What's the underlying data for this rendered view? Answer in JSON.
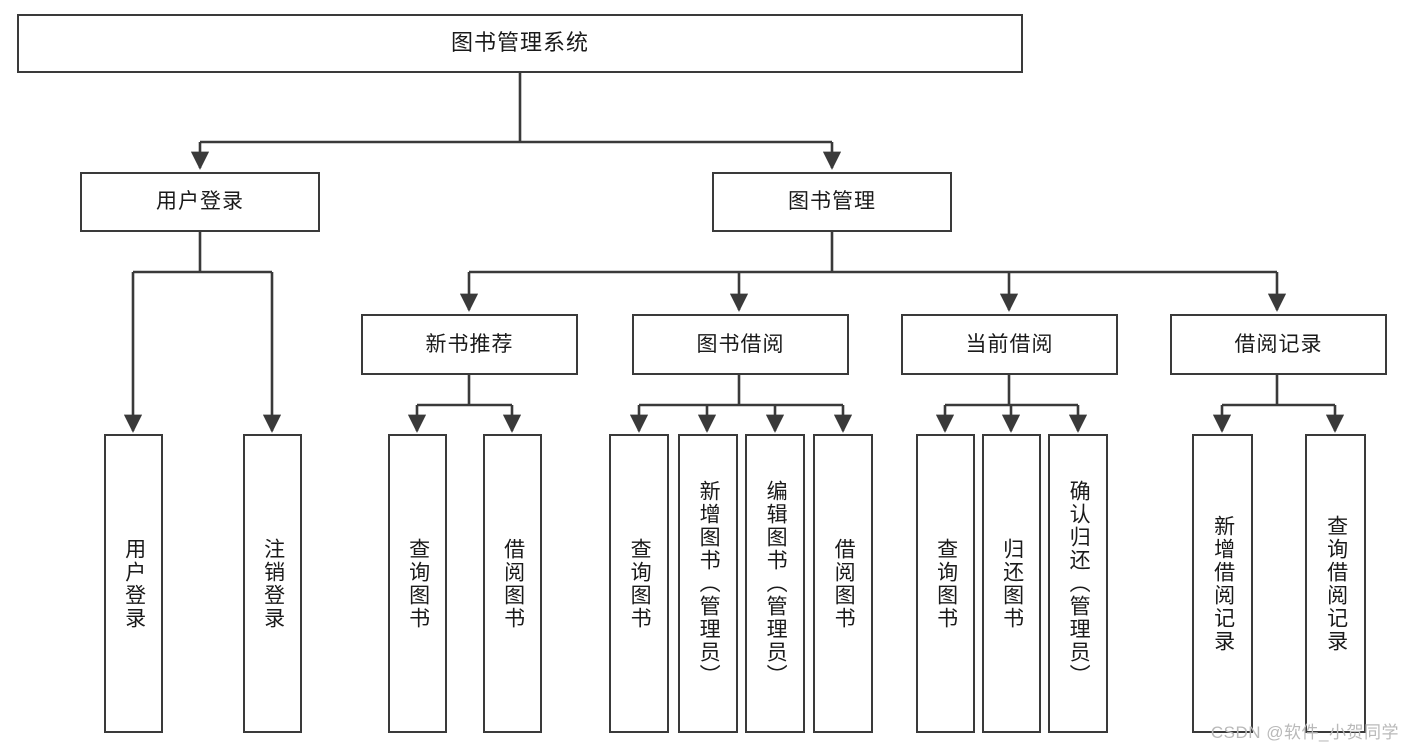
{
  "diagram": {
    "title": "图书管理系统",
    "type": "tree-structure-chart",
    "orientation": "top-down",
    "watermark": "CSDN @软件_小贺同学",
    "colors": {
      "box_border": "#3a3a3a",
      "box_fill": "#ffffff",
      "connector": "#3a3a3a",
      "text": "#1a1a1a",
      "watermark_text": "#b9b9b9",
      "background": "#ffffff"
    }
  },
  "nodes": {
    "root": {
      "label": "图书管理系统",
      "level": 0
    },
    "level1": [
      {
        "id": "user-login",
        "label": "用户登录"
      },
      {
        "id": "book-manage",
        "label": "图书管理"
      }
    ],
    "level2": [
      {
        "id": "new-book-recommend",
        "label": "新书推荐",
        "parent": "book-manage"
      },
      {
        "id": "book-borrow",
        "label": "图书借阅",
        "parent": "book-manage"
      },
      {
        "id": "current-borrow",
        "label": "当前借阅",
        "parent": "book-manage"
      },
      {
        "id": "borrow-record",
        "label": "借阅记录",
        "parent": "book-manage"
      }
    ],
    "leaves": {
      "user_login": [
        {
          "id": "leaf-user-login",
          "label": "用户登录"
        },
        {
          "id": "leaf-user-logout",
          "label": "注销登录"
        }
      ],
      "new_book_recommend": [
        {
          "id": "leaf-query-book-1",
          "label": "查询图书"
        },
        {
          "id": "leaf-borrow-book-1",
          "label": "借阅图书"
        }
      ],
      "book_borrow": [
        {
          "id": "leaf-query-book-2",
          "label": "查询图书"
        },
        {
          "id": "leaf-add-book-admin",
          "label": "新增图书（管理员）"
        },
        {
          "id": "leaf-edit-book-admin",
          "label": "编辑图书（管理员）"
        },
        {
          "id": "leaf-borrow-book-2",
          "label": "借阅图书"
        }
      ],
      "current_borrow": [
        {
          "id": "leaf-query-book-3",
          "label": "查询图书"
        },
        {
          "id": "leaf-return-book",
          "label": "归还图书"
        },
        {
          "id": "leaf-confirm-return-admin",
          "label": "确认归还（管理员）"
        }
      ],
      "borrow_record": [
        {
          "id": "leaf-add-borrow-record",
          "label": "新增借阅记录"
        },
        {
          "id": "leaf-query-borrow-record",
          "label": "查询借阅记录"
        }
      ]
    }
  }
}
